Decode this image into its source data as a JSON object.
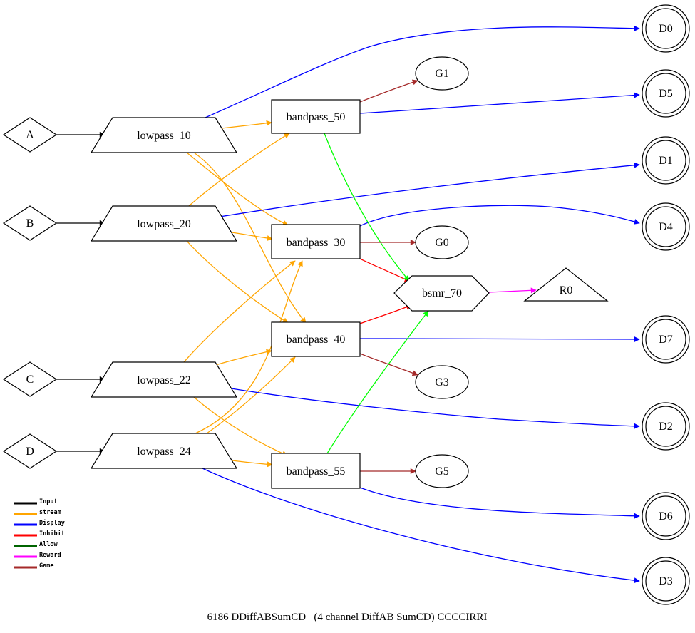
{
  "colors": {
    "input": "#000000",
    "stream": "#ffa500",
    "display": "#0000ff",
    "inhibit": "#ff0000",
    "allow": "#00ff00",
    "reward": "#ff00ff",
    "game": "#a52a2a"
  },
  "nodes": {
    "A": "A",
    "B": "B",
    "C": "C",
    "D": "D",
    "lowpass_10": "lowpass_10",
    "lowpass_20": "lowpass_20",
    "lowpass_22": "lowpass_22",
    "lowpass_24": "lowpass_24",
    "bandpass_50": "bandpass_50",
    "bandpass_30": "bandpass_30",
    "bandpass_40": "bandpass_40",
    "bandpass_55": "bandpass_55",
    "bsmr_70": "bsmr_70",
    "R0": "R0",
    "G0": "G0",
    "G1": "G1",
    "G3": "G3",
    "G5": "G5",
    "D0": "D0",
    "D1": "D1",
    "D2": "D2",
    "D3": "D3",
    "D4": "D4",
    "D5": "D5",
    "D6": "D6",
    "D7": "D7"
  },
  "edges": [
    {
      "from": "A",
      "to": "lowpass_10",
      "type": "input"
    },
    {
      "from": "B",
      "to": "lowpass_20",
      "type": "input"
    },
    {
      "from": "C",
      "to": "lowpass_22",
      "type": "input"
    },
    {
      "from": "D",
      "to": "lowpass_24",
      "type": "input"
    },
    {
      "from": "lowpass_10",
      "to": "bandpass_50",
      "type": "stream"
    },
    {
      "from": "lowpass_10",
      "to": "bandpass_30",
      "type": "stream"
    },
    {
      "from": "lowpass_10",
      "to": "bandpass_40",
      "type": "stream"
    },
    {
      "from": "lowpass_20",
      "to": "bandpass_50",
      "type": "stream"
    },
    {
      "from": "lowpass_20",
      "to": "bandpass_30",
      "type": "stream"
    },
    {
      "from": "lowpass_20",
      "to": "bandpass_40",
      "type": "stream"
    },
    {
      "from": "lowpass_22",
      "to": "bandpass_30",
      "type": "stream"
    },
    {
      "from": "lowpass_22",
      "to": "bandpass_40",
      "type": "stream"
    },
    {
      "from": "lowpass_22",
      "to": "bandpass_55",
      "type": "stream"
    },
    {
      "from": "lowpass_24",
      "to": "bandpass_30",
      "type": "stream"
    },
    {
      "from": "lowpass_24",
      "to": "bandpass_40",
      "type": "stream"
    },
    {
      "from": "lowpass_24",
      "to": "bandpass_55",
      "type": "stream"
    },
    {
      "from": "lowpass_10",
      "to": "D0",
      "type": "display"
    },
    {
      "from": "bandpass_50",
      "to": "D5",
      "type": "display"
    },
    {
      "from": "lowpass_20",
      "to": "D1",
      "type": "display"
    },
    {
      "from": "bandpass_30",
      "to": "D4",
      "type": "display"
    },
    {
      "from": "bandpass_40",
      "to": "D7",
      "type": "display"
    },
    {
      "from": "lowpass_22",
      "to": "D2",
      "type": "display"
    },
    {
      "from": "bandpass_55",
      "to": "D6",
      "type": "display"
    },
    {
      "from": "lowpass_24",
      "to": "D3",
      "type": "display"
    },
    {
      "from": "bandpass_30",
      "to": "bsmr_70",
      "type": "inhibit"
    },
    {
      "from": "bandpass_40",
      "to": "bsmr_70",
      "type": "inhibit"
    },
    {
      "from": "bandpass_50",
      "to": "bsmr_70",
      "type": "allow"
    },
    {
      "from": "bandpass_55",
      "to": "bsmr_70",
      "type": "allow"
    },
    {
      "from": "bsmr_70",
      "to": "R0",
      "type": "reward"
    },
    {
      "from": "bandpass_50",
      "to": "G1",
      "type": "game"
    },
    {
      "from": "bandpass_30",
      "to": "G0",
      "type": "game"
    },
    {
      "from": "bandpass_40",
      "to": "G3",
      "type": "game"
    },
    {
      "from": "bandpass_55",
      "to": "G5",
      "type": "game"
    }
  ],
  "legend": [
    {
      "key": "input",
      "label": "Input"
    },
    {
      "key": "stream",
      "label": "stream"
    },
    {
      "key": "display",
      "label": "Display"
    },
    {
      "key": "inhibit",
      "label": "Inhibit"
    },
    {
      "key": "allow",
      "label": "Allow"
    },
    {
      "key": "reward",
      "label": "Reward"
    },
    {
      "key": "game",
      "label": "Game"
    }
  ],
  "caption": "6186 DDiffABSumCD   (4 channel DiffAB SumCD) CCCCIRRI"
}
